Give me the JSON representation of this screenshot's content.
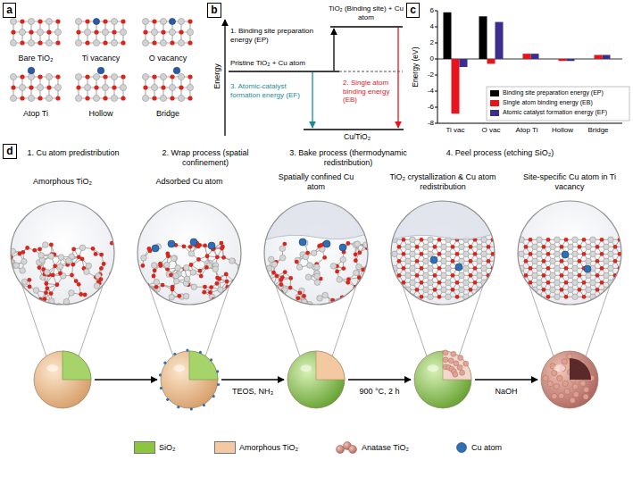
{
  "diagram": {
    "nodes": [
      {
        "text": [
          "a"
        ]
      },
      {
        "text": [
          "b"
        ]
      },
      {
        "text": [
          "c"
        ]
      },
      {
        "text": [
          "d"
        ]
      }
    ],
    "labels": [
      "Bare TiO₂",
      "Ti vacancy",
      "O vacancy",
      "Atop Ti",
      "Hollow",
      "Bridge",
      "TiO₂ (Binding site) + Cu atom",
      "1. Binding site preparation energy (EP)",
      "Pristine TiO₂ + Cu atom",
      "2. Single atom binding energy (EB)",
      "3. Atomic-catalyst formation energy (EF)",
      "Cu/TiO₂",
      "Energy",
      "6",
      "4",
      "2",
      "0",
      "-2",
      "-4",
      "-6",
      "-8",
      "Energy (eV)",
      "Ti vac",
      "O vac",
      "Atop Ti",
      "Hollow",
      "Bridge",
      "1. Cu atom predistribution",
      "2. Wrap process (spatial confinement)",
      "3. Bake process (thermodynamic redistribution)",
      "4. Peel process (etching SiO₂)",
      "Amorphous TiO₂",
      "Adsorbed Cu atom",
      "Spatially confined Cu atom",
      "TiO₂ crystallization & Cu atom redistribution",
      "Site-specific Cu atom in Ti vacancy",
      "TEOS, NH₃",
      "900 °C, 2 h",
      "NaOH"
    ],
    "legend": [
      {
        "text": "Binding site preparation energy (EP)",
        "color": "#000000"
      },
      {
        "text": "Single atom binding energy (EB)",
        "color": "#e8141c"
      },
      {
        "text": "Atomic catalyst formation energy (EF)",
        "color": "#3d2d8c"
      },
      {
        "text": "SiO₂",
        "color": "#8cc63f"
      },
      {
        "text": "Amorphous TiO₂",
        "color": "#f2c9a0"
      },
      {
        "text": "Anatase TiO₂"
      },
      {
        "text": "Cu atom"
      }
    ]
  }
}
